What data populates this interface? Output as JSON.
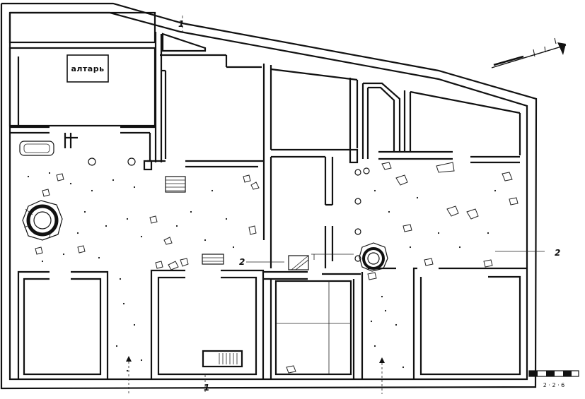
{
  "plan": {
    "altar_label": "алтарь",
    "section_labels": {
      "section_1_top": "1",
      "section_1_bottom": "1",
      "section_2_left": "2",
      "section_2_right": "2"
    },
    "scale_label": "2 · 2 · 6",
    "north_arrow": "north-arrow-icon"
  }
}
